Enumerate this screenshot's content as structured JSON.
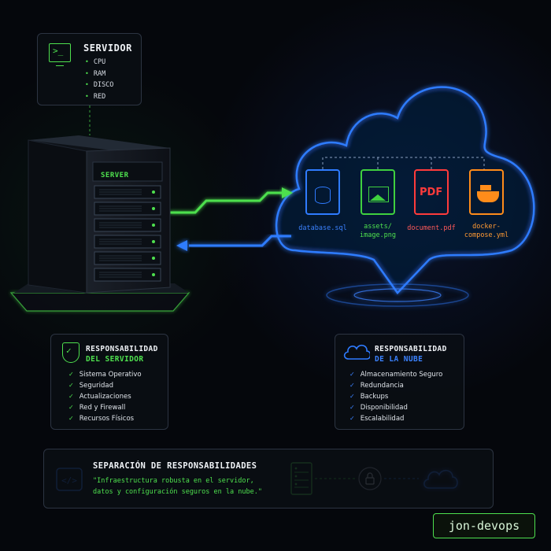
{
  "server_specs": {
    "title": "SERVIDOR",
    "items": [
      "CPU",
      "RAM",
      "DISCO",
      "RED"
    ],
    "icon": "terminal-monitor-icon"
  },
  "server": {
    "label": "SERVER"
  },
  "cloud_files": [
    {
      "name": "database.sql",
      "icon": "database-icon",
      "color": "#2f7bff"
    },
    {
      "name": "assets/\nimage.png",
      "icon": "image-icon",
      "color": "#3fd03f"
    },
    {
      "name": "document.pdf",
      "icon": "pdf-icon",
      "color": "#ff3b3b",
      "badge": "PDF"
    },
    {
      "name": "docker-\ncompose.yml",
      "icon": "docker-icon",
      "color": "#ff8c1a"
    }
  ],
  "server_responsibility": {
    "title_line1": "RESPONSABILIDAD",
    "title_line2": "DEL SERVIDOR",
    "icon": "shield-check-icon",
    "items": [
      "Sistema Operativo",
      "Seguridad",
      "Actualizaciones",
      "Red y Firewall",
      "Recursos Físicos"
    ]
  },
  "cloud_responsibility": {
    "title_line1": "RESPONSABILIDAD",
    "title_line2": "DE LA NUBE",
    "icon": "cloud-icon",
    "items": [
      "Almacenamiento Seguro",
      "Redundancia",
      "Backups",
      "Disponibilidad",
      "Escalabilidad"
    ]
  },
  "separation": {
    "title": "SEPARACIÓN DE RESPONSABILIDADES",
    "quote_line1": "\"Infraestructura robusta en el servidor,",
    "quote_line2": "datos y configuración seguros en la nube.\"",
    "icons": [
      "code-icon",
      "server-icon",
      "lock-icon",
      "cloud-icon"
    ]
  },
  "brand": {
    "handle": "jon-devops"
  },
  "colors": {
    "green": "#4ee04e",
    "blue": "#2f7bff",
    "red": "#ff3b3b",
    "orange": "#ff8c1a"
  }
}
